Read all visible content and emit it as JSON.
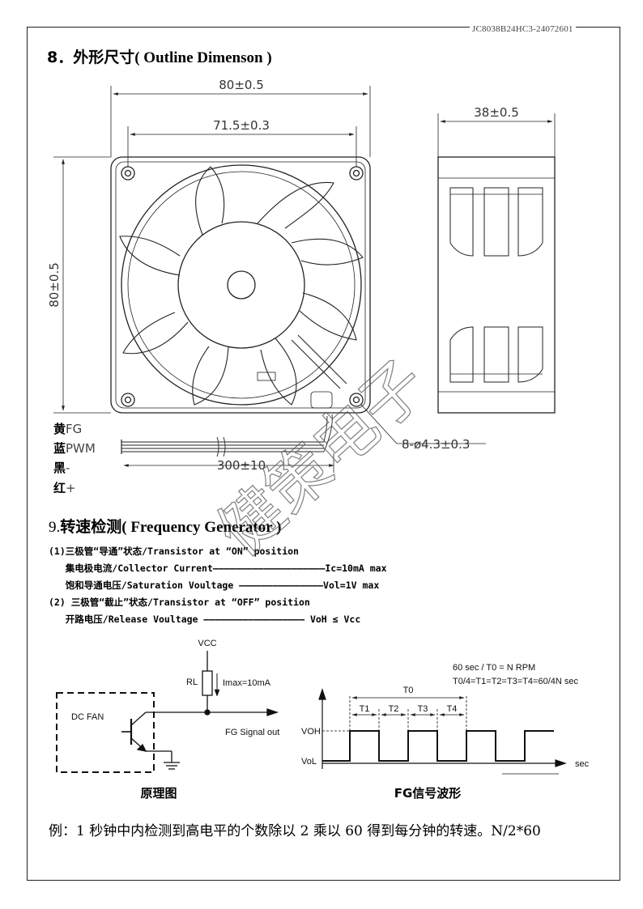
{
  "doc_id": "JC8038B24HC3-24072601",
  "section8": {
    "title_cn": "8．外形尺寸",
    "title_en": "( Outline Dimenson )"
  },
  "dimensions": {
    "width_outer": "80±0.5",
    "width_holes": "71.5±0.3",
    "height_outer": "80±0.5",
    "depth": "38±0.5",
    "holes": "8-ø4.3±0.3",
    "lead_length": "300±10"
  },
  "wires": [
    {
      "cn": "黄",
      "en": "FG"
    },
    {
      "cn": "蓝",
      "en": "PWM"
    },
    {
      "cn": "黑",
      "en": "-"
    },
    {
      "cn": "红",
      "en": "+"
    }
  ],
  "section9": {
    "num": "9.",
    "title_cn": "转速检测",
    "title_en": "( Frequency Generator )"
  },
  "spec_lines": [
    "(1)三极管“导通”状态/Transistor at “ON” position",
    "   集电极电流/Collector Current————————————————————Ic=10mA max",
    "   饱和导通电压/Saturation Voultage ———————————————Vol=1V max",
    "(2) 三极管“截止”状态/Transistor at “OFF” position",
    "   开路电压/Release Voultage —————————————————— VoH ≤ Vcc"
  ],
  "circuit": {
    "vcc": "VCC",
    "rl": "RL",
    "imax": "Imax=10mA",
    "dcfan": "DC FAN",
    "fg_out": "FG Signal out",
    "caption": "原理图"
  },
  "waveform": {
    "formula1": "60 sec / T0 = N   RPM",
    "formula2": "T0/4=T1=T2=T3=T4=60/4N  sec",
    "t0": "T0",
    "t1": "T1",
    "t2": "T2",
    "t3": "T3",
    "t4": "T4",
    "voh": "VOH",
    "vol": "VoL",
    "sec": "sec",
    "caption": "FG信号波形"
  },
  "example": "例：1 秒钟中内检测到高电平的个数除以 2 乘以 60 得到每分钟的转速。N/2*60",
  "watermark": "健策电子"
}
